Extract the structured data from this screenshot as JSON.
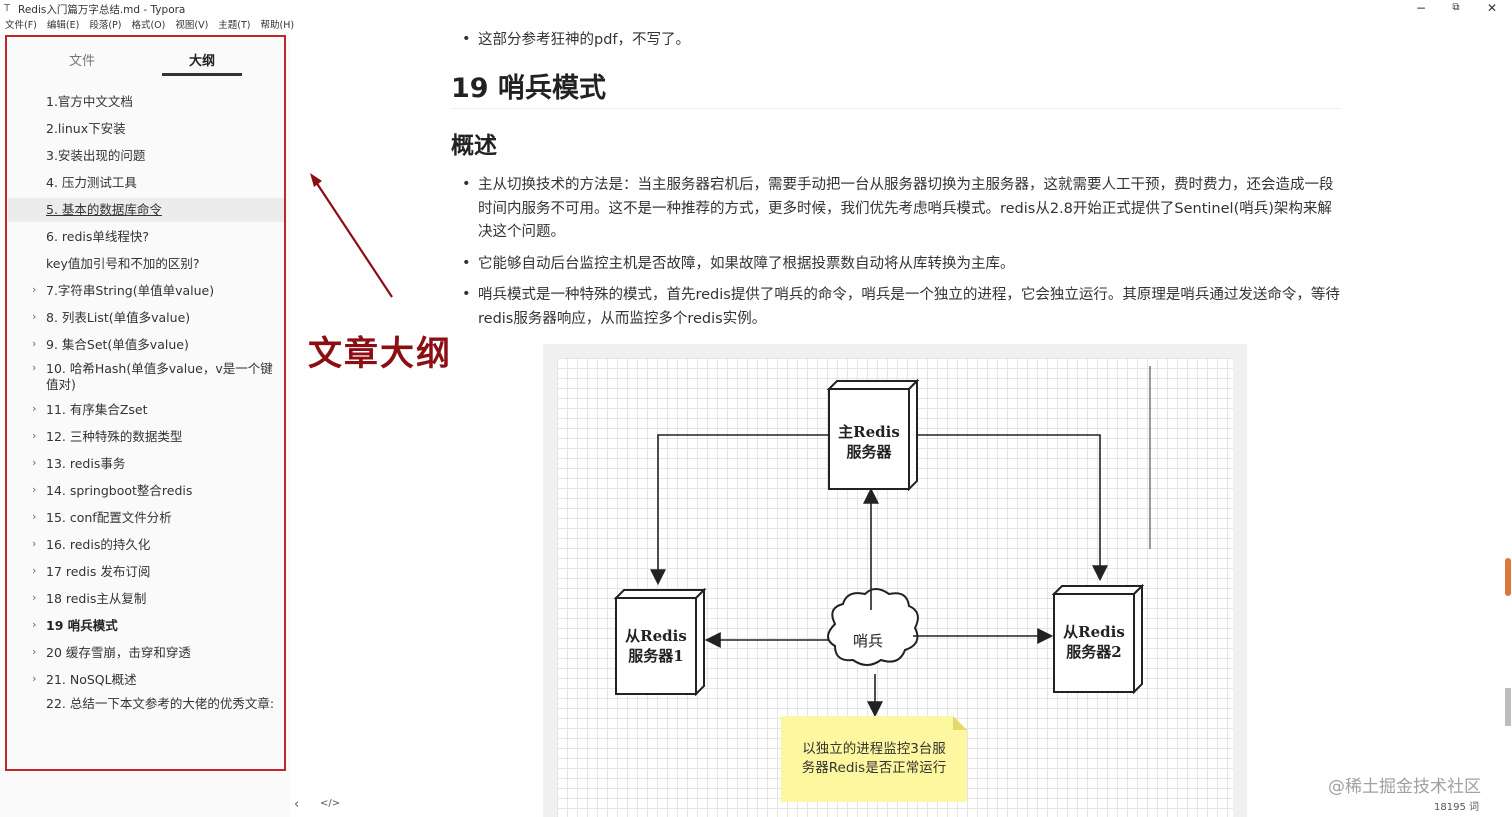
{
  "window": {
    "title": "Redis入门篇万字总结.md - Typora",
    "app_icon": "T",
    "minimize": "−",
    "restore": "⧉",
    "close": "✕"
  },
  "menu": [
    "文件(F)",
    "编辑(E)",
    "段落(P)",
    "格式(O)",
    "视图(V)",
    "主题(T)",
    "帮助(H)"
  ],
  "sidebar": {
    "tabs": [
      "文件",
      "大纲"
    ],
    "active_tab": "大纲",
    "outline": [
      {
        "label": "1.官方中文文档",
        "chevron": false,
        "state": ""
      },
      {
        "label": "2.linux下安装",
        "chevron": false,
        "state": ""
      },
      {
        "label": "3.安装出现的问题",
        "chevron": false,
        "state": ""
      },
      {
        "label": "4. 压力测试工具",
        "chevron": false,
        "state": ""
      },
      {
        "label": "5. 基本的数据库命令",
        "chevron": false,
        "state": "selected"
      },
      {
        "label": "6. redis单线程快?",
        "chevron": false,
        "state": ""
      },
      {
        "label": "key值加引号和不加的区别?",
        "chevron": false,
        "state": ""
      },
      {
        "label": "7.字符串String(单值单value)",
        "chevron": true,
        "state": ""
      },
      {
        "label": "8. 列表List(单值多value)",
        "chevron": true,
        "state": ""
      },
      {
        "label": "9. 集合Set(单值多value)",
        "chevron": true,
        "state": ""
      },
      {
        "label": "10. 哈希Hash(单值多value，v是一个键值对)",
        "chevron": true,
        "state": ""
      },
      {
        "label": "11. 有序集合Zset",
        "chevron": true,
        "state": ""
      },
      {
        "label": "12. 三种特殊的数据类型",
        "chevron": true,
        "state": ""
      },
      {
        "label": "13. redis事务",
        "chevron": true,
        "state": ""
      },
      {
        "label": "14. springboot整合redis",
        "chevron": true,
        "state": ""
      },
      {
        "label": "15. conf配置文件分析",
        "chevron": true,
        "state": ""
      },
      {
        "label": "16. redis的持久化",
        "chevron": true,
        "state": ""
      },
      {
        "label": "17 redis 发布订阅",
        "chevron": true,
        "state": ""
      },
      {
        "label": "18 redis主从复制",
        "chevron": true,
        "state": ""
      },
      {
        "label": "19 哨兵模式",
        "chevron": true,
        "state": "current"
      },
      {
        "label": "20 缓存雪崩，击穿和穿透",
        "chevron": true,
        "state": ""
      },
      {
        "label": "21. NoSQL概述",
        "chevron": true,
        "state": ""
      },
      {
        "label": "22. 总结一下本文参考的大佬的优秀文章:",
        "chevron": false,
        "state": ""
      }
    ],
    "footer_left": "‹",
    "footer_right": "</>"
  },
  "annotation": {
    "label": "文章大纲",
    "color": "#8b0e14",
    "frame_color": "#c0272d"
  },
  "document": {
    "top_bullet": "这部分参考狂神的pdf，不写了。",
    "heading1": "19 哨兵模式",
    "heading2": "概述",
    "bullets": [
      "主从切换技术的方法是：当主服务器宕机后，需要手动把一台从服务器切换为主服务器，这就需要人工干预，费时费力，还会造成一段时间内服务不可用。这不是一种推荐的方式，更多时候，我们优先考虑哨兵模式。redis从2.8开始正式提供了Sentinel(哨兵)架构来解决这个问题。",
      "它能够自动后台监控主机是否故障，如果故障了根据投票数自动将从库转换为主库。",
      "哨兵模式是一种特殊的模式，首先redis提供了哨兵的命令，哨兵是一个独立的进程，它会独立运行。其原理是哨兵通过发送命令，等待redis服务器响应，从而监控多个redis实例。"
    ],
    "diagram": {
      "master_line1": "主Redis",
      "master_line2": "服务器",
      "slave1_line1": "从Redis",
      "slave1_line2": "服务器1",
      "slave2_line1": "从Redis",
      "slave2_line2": "服务器2",
      "sentinel": "哨兵",
      "note_line1": "以独立的进程监控3台服",
      "note_line2": "务器Redis是否正常运行",
      "note_color": "#fdf7a0"
    }
  },
  "status": {
    "watermark": "@稀土掘金技术社区",
    "word_count": "18195 词"
  }
}
